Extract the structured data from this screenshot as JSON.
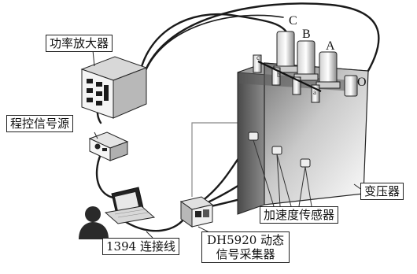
{
  "labels": {
    "amplifier": "功率放大器",
    "signal_source": "程控信号源",
    "interface_cable": "1394 连接线",
    "acquisition_line1": "DH5920 动态",
    "acquisition_line2": "信号采集器",
    "transformer": "变压器",
    "accelerometers": "加速度传感器"
  },
  "phases": {
    "a": "A",
    "b": "B",
    "c": "C",
    "o": "O"
  },
  "terminals": {
    "c": "c",
    "b": "b",
    "a": "a"
  }
}
